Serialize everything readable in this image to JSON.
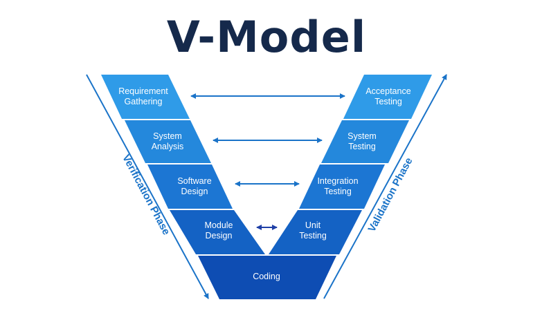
{
  "title": "V-Model",
  "phases": {
    "verification": "Verification Phase",
    "validation": "Validation Phase"
  },
  "left_blocks": [
    {
      "line1": "Requirement",
      "line2": "Gathering"
    },
    {
      "line1": "System",
      "line2": "Analysis"
    },
    {
      "line1": "Software",
      "line2": "Design"
    },
    {
      "line1": "Module",
      "line2": "Design"
    }
  ],
  "right_blocks": [
    {
      "line1": "Acceptance",
      "line2": "Testing"
    },
    {
      "line1": "System",
      "line2": "Testing"
    },
    {
      "line1": "Integration",
      "line2": "Testing"
    },
    {
      "line1": "Unit",
      "line2": "Testing"
    }
  ],
  "bottom_block": {
    "label": "Coding"
  },
  "colors": {
    "title": "#15294b",
    "arrow": "#1a73c8",
    "accent": "#1e5fb8"
  }
}
